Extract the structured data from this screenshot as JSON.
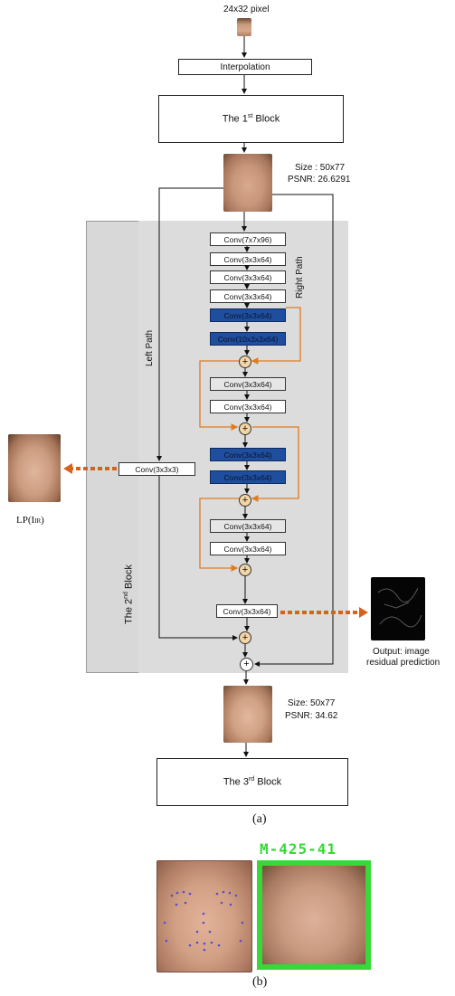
{
  "input_label": "24x32 pixel",
  "interpolation": "Interpolation",
  "block1": {
    "prefix": "The 1",
    "sup": "st",
    "suffix": " Block"
  },
  "output1": {
    "size": "Size : 50x77",
    "psnr": "PSNR: 26.6291"
  },
  "block2": {
    "prefix": "The 2",
    "sup": "nd",
    "suffix": " Block"
  },
  "left_path": "Left Path",
  "right_path": "Right Path",
  "convs": [
    "Conv(7x7x96)",
    "Conv(3x3x64)",
    "Conv(3x3x64)",
    "Conv(3x3x64)",
    "Conv(3x3x64)",
    "Conv(10x3x3x64)",
    "Conv(3x3x64)",
    "Conv(3x3x64)",
    "Conv(3x3x64)",
    "Conv(3x3x64)",
    "Conv(3x3x64)",
    "Conv(3x3x64)"
  ],
  "left_conv": "Conv(3x3x3)",
  "final_conv": "Conv(3x3x64)",
  "lp_label": {
    "main": "LP(I",
    "sub": "IR",
    "close": ")"
  },
  "residual_label": {
    "line1": "Output: image",
    "line2": "residual prediction"
  },
  "output2": {
    "size": "Size: 50x77",
    "psnr": "PSNR: 34.62"
  },
  "block3": {
    "prefix": "The 3",
    "sup": "rd",
    "suffix": "  Block"
  },
  "caption_a": "(a)",
  "caption_b": "(b)",
  "id_label": "M-425-41",
  "colors": {
    "blue": "#1f4e9e",
    "orange": "#e07b20",
    "green": "#37d837",
    "panel": "#d8d8d8"
  }
}
